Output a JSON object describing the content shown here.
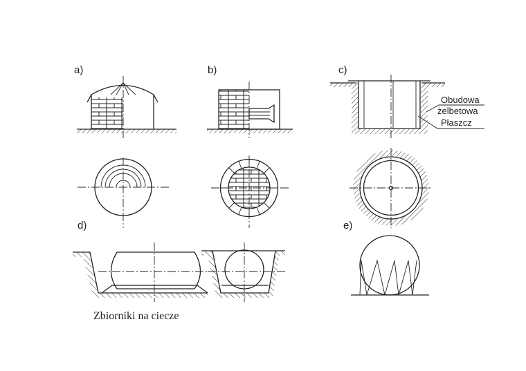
{
  "figure": {
    "caption": "Zbiorniki na ciecze",
    "panels": {
      "a": "a)",
      "b": "b)",
      "c": "c)",
      "d": "d)",
      "e": "e)"
    },
    "annotations": {
      "obudowa_line1": "Obudowa",
      "obudowa_line2": "żelbetowa",
      "plaszcz": "Płaszcz"
    }
  }
}
